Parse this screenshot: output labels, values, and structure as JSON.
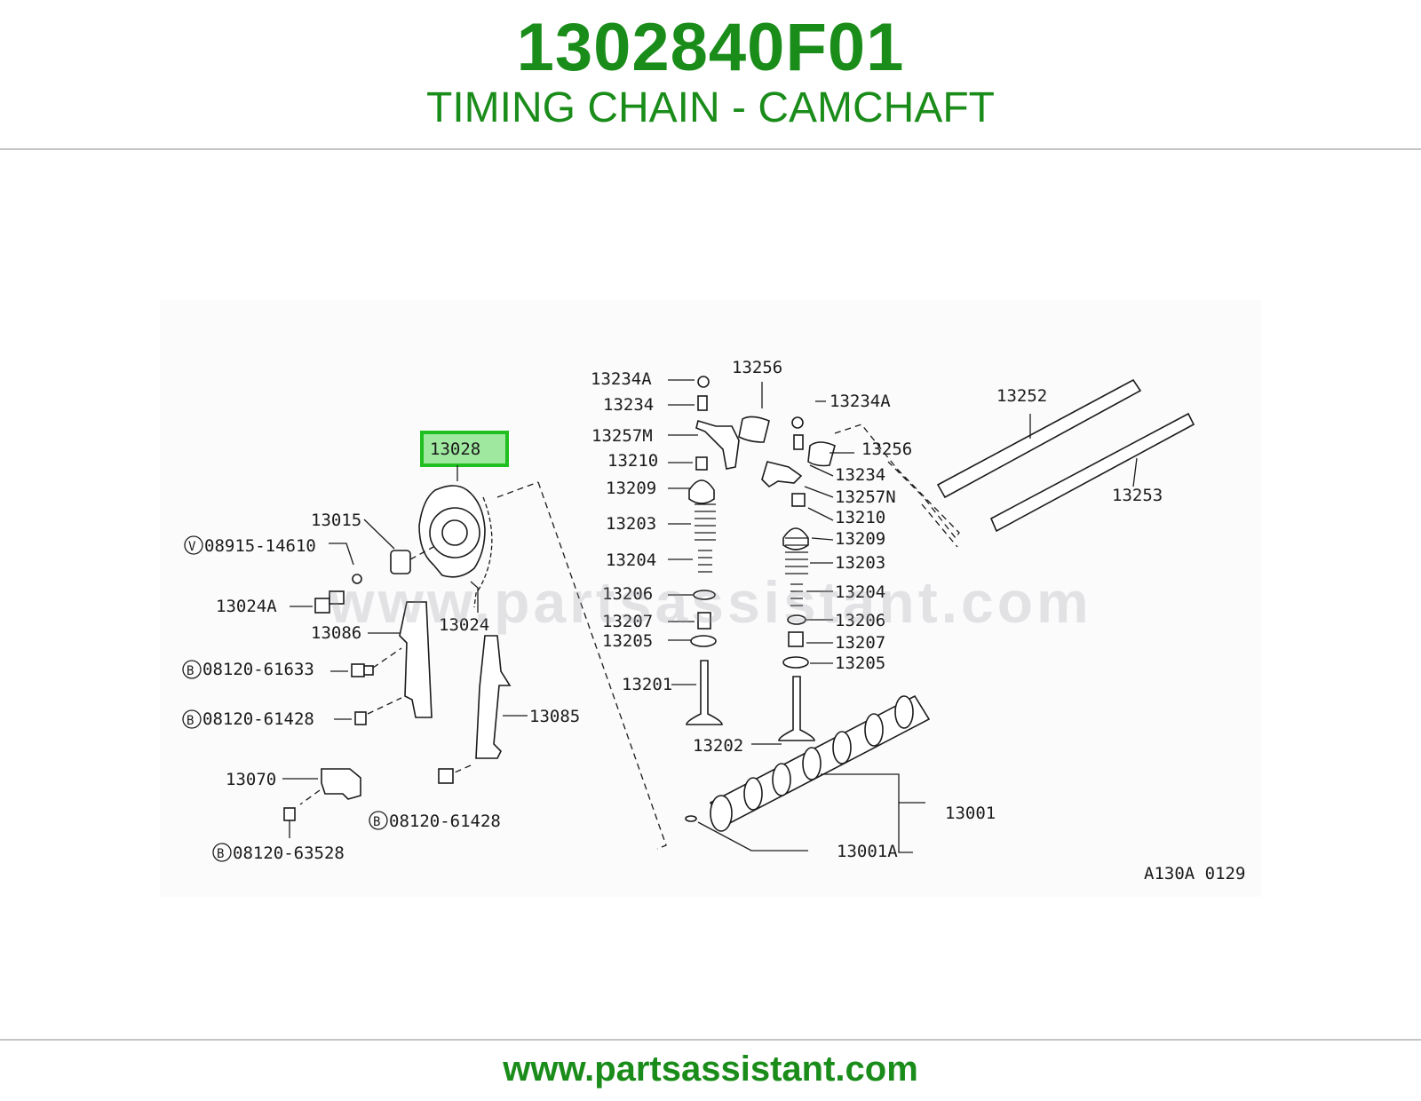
{
  "header": {
    "part_number": "1302840F01",
    "title": "TIMING CHAIN - CAMCHAFT"
  },
  "highlight": {
    "label": "13028",
    "color": "#1fbf1f"
  },
  "labels": {
    "p13015": "13015",
    "p08915_14610": "08915-14610",
    "p13024A": "13024A",
    "p13086": "13086",
    "p08120_61633": "08120-61633",
    "p08120_61428_a": "08120-61428",
    "p13070": "13070",
    "p08120_63528": "08120-63528",
    "p13024": "13024",
    "p13085": "13085",
    "p08120_61428_b": "08120-61428",
    "p13234A_l": "13234A",
    "p13234_l": "13234",
    "p13257M": "13257M",
    "p13210_l": "13210",
    "p13209_l": "13209",
    "p13203_l": "13203",
    "p13204_l": "13204",
    "p13206_l": "13206",
    "p13207_l": "13207",
    "p13205_l": "13205",
    "p13201": "13201",
    "p13202": "13202",
    "p13256_top": "13256",
    "p13234A_r": "13234A",
    "p13256_r": "13256",
    "p13234_r": "13234",
    "p13257N": "13257N",
    "p13210_r": "13210",
    "p13209_r": "13209",
    "p13203_r": "13203",
    "p13204_r": "13204",
    "p13206_r": "13206",
    "p13207_r": "13207",
    "p13205_r": "13205",
    "p13252": "13252",
    "p13253": "13253",
    "p13001": "13001",
    "p13001A": "13001A",
    "figure_code": "A130A 0129"
  },
  "badges": {
    "v": "V",
    "b": "B"
  },
  "watermark": "www.partsassistant.com",
  "footer": {
    "url": "www.partsassistant.com"
  },
  "colors": {
    "brand": "#1a8c1a",
    "rule": "#c4c4c4"
  }
}
